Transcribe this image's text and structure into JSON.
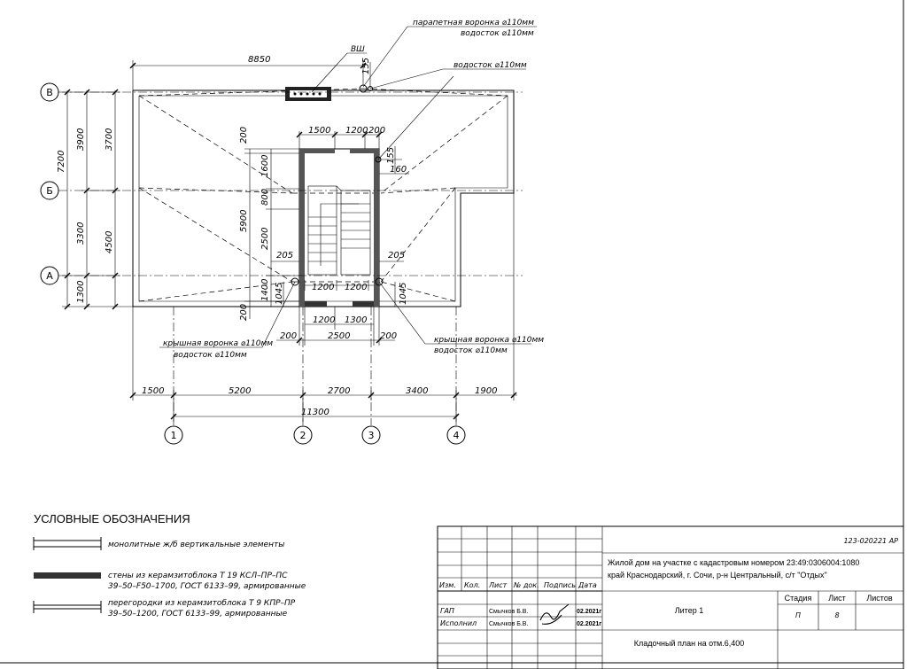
{
  "axes": {
    "rows": [
      "В",
      "Б",
      "А"
    ],
    "cols": [
      "1",
      "2",
      "3",
      "4"
    ]
  },
  "dims": {
    "top_8850": "8850",
    "v_7200": "7200",
    "v_3900": "3900",
    "v_3300": "3300",
    "v_3700": "3700",
    "v_4500": "4500",
    "v_1300": "1300",
    "v_5900": "5900",
    "v_1600": "1600",
    "v_800": "800",
    "v_2500": "2500",
    "v_1400": "1400",
    "v_200a": "200",
    "v_200b": "200",
    "v_1045a": "1045",
    "v_1045b": "1045",
    "v_155a": "155",
    "v_155b": "155",
    "h_160": "160",
    "h_1500_top": "1500",
    "h_1200_top": "1200",
    "h_200_top": "200",
    "h_205a": "205",
    "h_205b": "205",
    "h_1200a": "1200",
    "h_1200b": "1200",
    "h_1200c": "1200",
    "h_1300": "1300",
    "h_200l": "200",
    "h_2500": "2500",
    "h_200r": "200",
    "b_1500": "1500",
    "b_5200": "5200",
    "b_2700": "2700",
    "b_3400": "3400",
    "b_1900": "1900",
    "b_11300": "11300"
  },
  "notes": {
    "vsh": "ВШ",
    "parapet_funnel": "парапетная воронка ⌀110мм",
    "drain_top1": "водосток ⌀110мм",
    "drain_top2": "водосток ⌀110мм",
    "roof_funnel_left": "крышная воронка ⌀110мм",
    "drain_left": "водосток ⌀110мм",
    "roof_funnel_right": "крышная воронка ⌀110мм",
    "drain_right": "водосток ⌀110мм"
  },
  "legend": {
    "title": "УСЛОВНЫЕ  ОБОЗНАЧЕНИЯ",
    "item1": "монолитные ж/б вертикальные элементы",
    "item2_l1": "стены из керамзитоблока Т 19 КСЛ–ПР–ПС",
    "item2_l2": "39–50–F50–1700,  ГОСТ 6133–99,  армированные",
    "item3_l1": "перегородки из керамзитоблока Т 9 КПР–ПР",
    "item3_l2": "39–50–1200,  ГОСТ 6133–99,  армированные"
  },
  "title_block": {
    "code": "123-020221 АР",
    "project_l1": "Жилой дом на участке с кадастровым номером  23:49:0306004:1080",
    "project_l2": "край Краснодарский, г. Сочи, р-н Центральный, с/т \"Отдых\"",
    "hdr_izm": "Изм.",
    "hdr_kol": "Кол.",
    "hdr_list": "Лист",
    "hdr_ndok": "№ док.",
    "hdr_podpis": "Подпись",
    "hdr_data": "Дата",
    "role1": "ГАП",
    "name1": "Смычков Б.В.",
    "date1": "02.2021г",
    "role2": "Исполнил",
    "name2": "Смычков Б.В.",
    "date2": "02.2021г",
    "object": "Литер 1",
    "stage_hdr": "Стадия",
    "sheet_hdr": "Лист",
    "sheets_hdr": "Листов",
    "stage": "П",
    "sheet": "8",
    "sheets": "",
    "drawing_name": "Кладочный план на отм.6,400"
  }
}
